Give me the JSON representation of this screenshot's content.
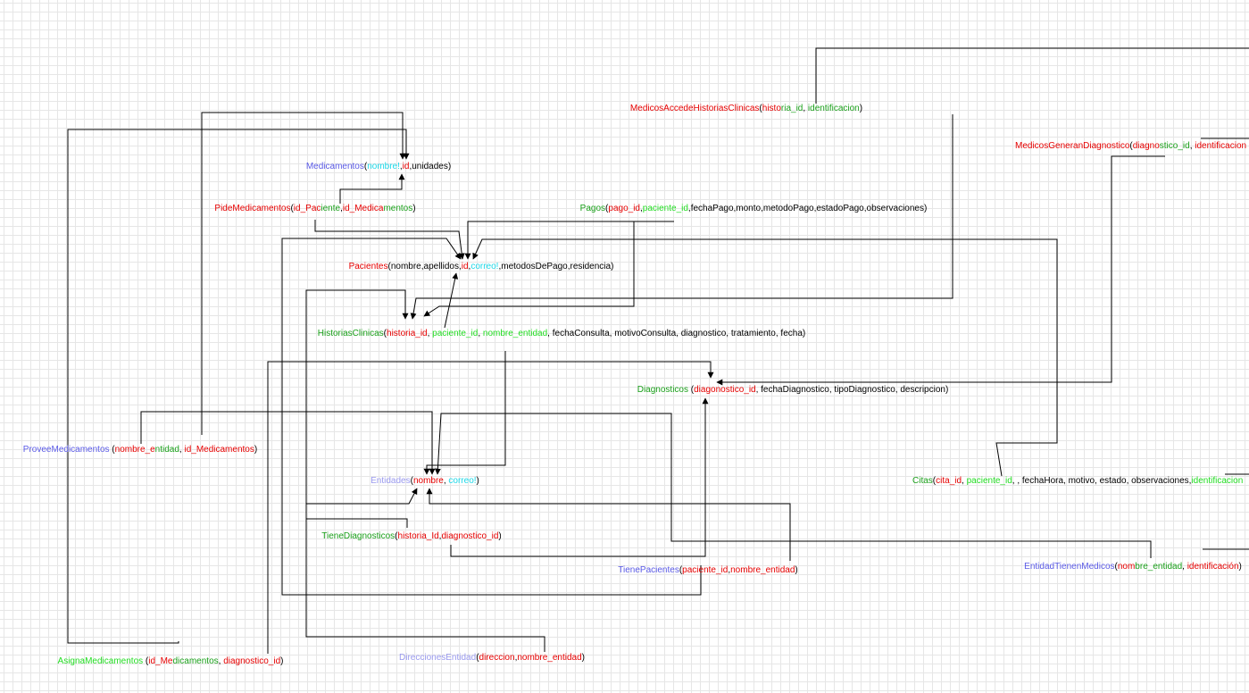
{
  "colors": {
    "black": "#000000",
    "red": "#e60000",
    "green": "#1aa01a",
    "light_green": "#22dd22",
    "cyan": "#1cd8e8",
    "blue": "#5a5ae6",
    "lavender": "#9999ee",
    "grid": "#e6e6e6"
  },
  "entities": {
    "medicamentos": [
      "Medicamentos",
      "(",
      "nombre!",
      ",",
      "id",
      ",unidades)"
    ],
    "pide_medicamentos": [
      "PideMedicamentos",
      "(",
      "id_Pac",
      "iente",
      ",",
      "id_Medica",
      "mentos",
      ")"
    ],
    "pagos": [
      "Pagos",
      "(",
      "pago_id",
      ",",
      "paciente_id",
      ",fechaPago,monto,metodoPago,estadoPago,observaciones)"
    ],
    "pacientes": [
      "Pacientes",
      "(nombre,apellidos,",
      "id",
      ",",
      "correo!",
      ",metodosDePago,residencia)"
    ],
    "historias_clinicas": [
      "HistoriasClinicas",
      "(",
      "historia_id",
      ", ",
      "paciente_id",
      ", ",
      "nombre_entidad",
      ", fechaConsulta, motivoConsulta, diagnostico, tratamiento, fecha)"
    ],
    "medicos_accede": [
      "MedicosAccedeHistoriasClinicas",
      "(",
      "histo",
      "ria_id",
      ", ",
      "identificacion",
      ")"
    ],
    "medicos_generan": [
      "MedicosGeneranDiagnostico",
      "(",
      "diagno",
      "stico_id",
      ", ",
      "identificacion"
    ],
    "diagnosticos": [
      "Diagnosticos",
      " (",
      "diagonostico_id",
      ", fechaDiagnostico, tipoDiagnostico, descripcion)"
    ],
    "provee_medicamentos": [
      "ProveeMedicamentos",
      " (",
      "nombre_e",
      "ntidad",
      ", ",
      "id_Medicamentos",
      ")"
    ],
    "entidades": [
      "Entidades",
      "(",
      "nombre",
      ", ",
      "correo!",
      ")"
    ],
    "citas": [
      "Citas",
      "(",
      "cita_id",
      ", ",
      "paciente_id",
      ", , fechaHora, motivo, estado, observaciones,",
      "identificacion"
    ],
    "tiene_diagnosticos": [
      "TieneDiagnosticos",
      "(",
      "historia_Id",
      ",",
      "diagnostico_id",
      ")"
    ],
    "entidad_tienen_medicos": [
      "EntidadTienenMedicos",
      "(",
      "nom",
      "bre_entidad",
      ", ",
      "identificación",
      ")"
    ],
    "tiene_pacientes": [
      "TienePacientes",
      "(",
      "paciente_id",
      ",",
      "nombre_entidad",
      ")"
    ],
    "asigna_medicamentos": [
      "AsignaMedicamentos",
      " (",
      "id_Me",
      "dicamentos",
      ", ",
      "diagnostico_id",
      ")"
    ],
    "direcciones_entidad": [
      "DireccionesEntidad",
      "(",
      "direccion",
      ",",
      "nombre_entidad",
      ")"
    ]
  }
}
